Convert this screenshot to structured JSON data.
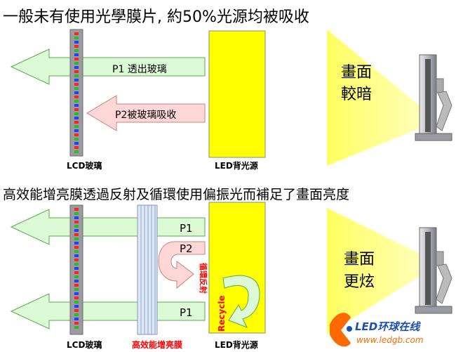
{
  "headings": {
    "top": "一般未有使用光學膜片, 約50%光源均被吸收",
    "bottom": "高效能增亮膜透過反射及循環使用偏振光而補足了畫面亮度"
  },
  "top_diagram": {
    "arrow1_label": "P1 透出玻璃",
    "arrow2_label": "P2被玻璃吸收",
    "lcd_label": "LCD玻璃",
    "led_label": "LED背光源",
    "screen_text": [
      "畫面",
      "較暗"
    ]
  },
  "bottom_diagram": {
    "p1_top": "P1",
    "p2": "P2",
    "reflect_label": "循環反射",
    "recycle_label": "Recycle",
    "p1_bottom": "P1",
    "lcd_label": "LCD玻璃",
    "film_label": "高效能增亮膜",
    "led_label": "LED背光源",
    "screen_text": [
      "畫面",
      "更炫"
    ]
  },
  "logo": {
    "brand": "LED环球在线",
    "url": "www.ledgb.com"
  },
  "colors": {
    "green_arrow": "#ddfad6",
    "green_stroke": "#5aa84c",
    "pink_arrow": "#ffd7d7",
    "pink_stroke": "#c98080",
    "led_yellow": "#ffff00",
    "beam_yellow": "#ffff8c",
    "lcd_gray": "#9a9aa0",
    "film_blue": "#bfd0ea",
    "red_text": "#ff0000"
  }
}
